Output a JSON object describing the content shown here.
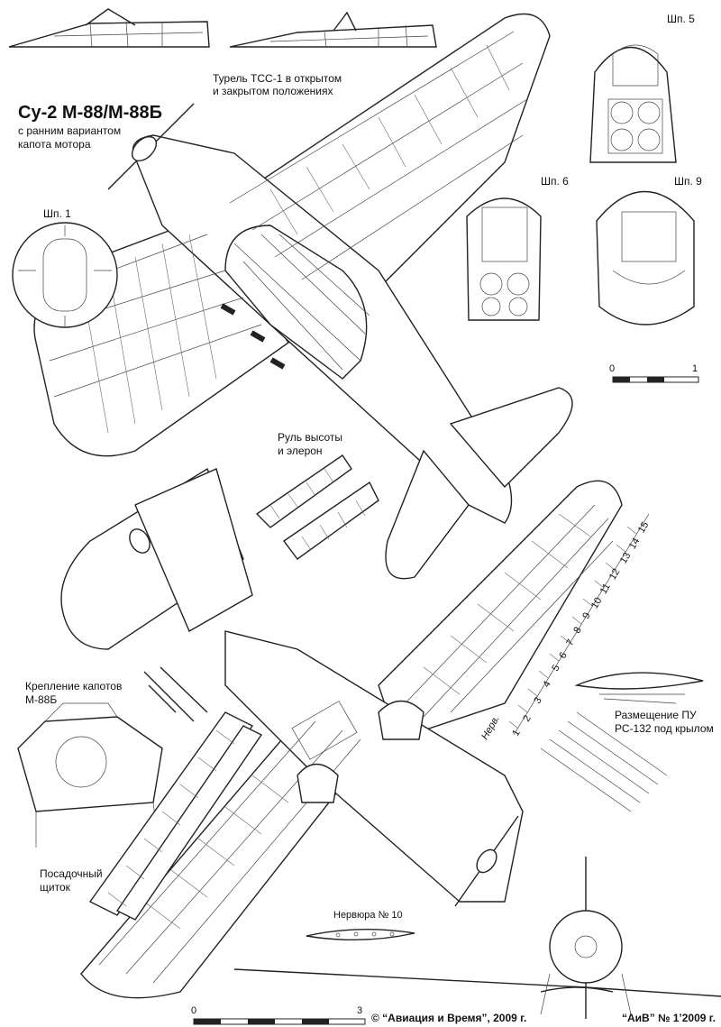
{
  "title": "Су-2 М-88/М-88Б",
  "subtitle": "с ранним вариантом капота мотора",
  "labels": {
    "turret": "Турель ТСС-1 в открытом и закрытом положениях",
    "frame1": "Шп. 1",
    "frame5": "Шп. 5",
    "frame6": "Шп. 6",
    "frame9": "Шп. 9",
    "elevator": "Руль высоты и элерон",
    "cowling_mount": "Крепление капотов М-88Б",
    "rocket_launchers": "Размещение ПУ РС-132 под крылом",
    "landing_flap": "Посадочный щиток",
    "rib10": "Нервюра № 10",
    "nervure": "Нерв."
  },
  "scale_small": {
    "start": "0",
    "end": "1"
  },
  "scale_large": {
    "start": "0",
    "end": "3"
  },
  "rib_numbers": [
    "1",
    "2",
    "3",
    "4",
    "5",
    "6",
    "7",
    "8",
    "9",
    "10",
    "11",
    "12",
    "13",
    "14",
    "15"
  ],
  "footer": {
    "copyright": "© “Авиация и Время”, 2009 г.",
    "issue": "“АиВ” № 1’2009 г."
  }
}
